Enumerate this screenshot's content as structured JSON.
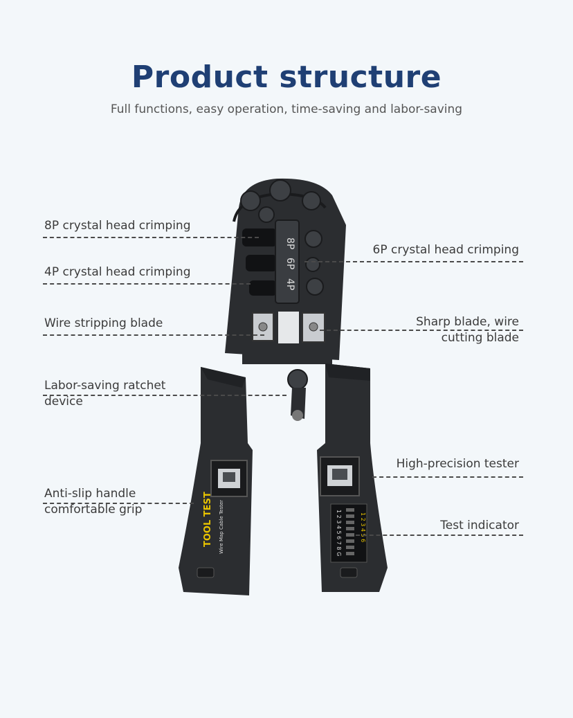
{
  "header": {
    "title": "Product structure",
    "subtitle": "Full functions, easy operation, time-saving and labor-saving"
  },
  "labels": {
    "crimp8p": "8P crystal head crimping",
    "crimp4p": "4P crystal head crimping",
    "crimp6p": "6P crystal head crimping",
    "wire_strip": "Wire stripping blade",
    "sharp_blade_1": "Sharp blade, wire",
    "sharp_blade_2": "cutting blade",
    "ratchet_1": "Labor-saving ratchet",
    "ratchet_2": "device",
    "tester": "High-precision tester",
    "grip_1": "Anti-slip handle",
    "grip_2": "comfortable grip",
    "indicator": "Test indicator"
  },
  "tool": {
    "die_8p": "8P",
    "die_6p": "6P",
    "die_4p": "4P",
    "brand": "TOOL TEST",
    "brand_sub": "Wire Map Cable Tester",
    "indicator_numbers_left": "1 2 3 4 5 6 7 8 G",
    "indicator_numbers_right": "1 2 3 4 5 6"
  },
  "colors": {
    "title": "#1f3f74",
    "tool_body": "#2b2d30",
    "accent_yellow": "#e9c400"
  }
}
